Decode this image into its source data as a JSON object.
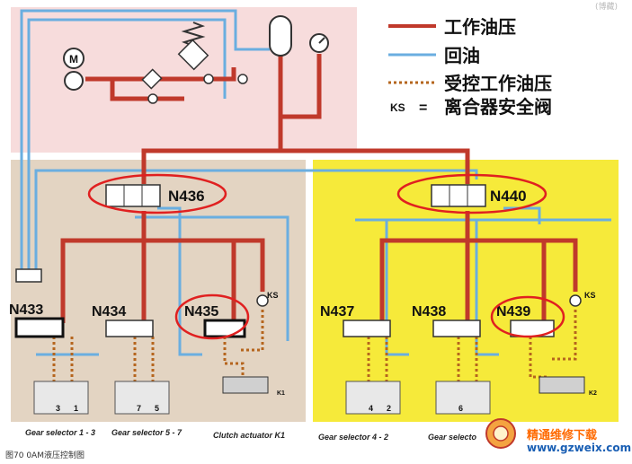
{
  "legend": {
    "working_pressure": "工作油压",
    "return_oil": "回油",
    "controlled_pressure": "受控工作油压",
    "ks_key": "KS",
    "ks_eq": "=",
    "ks_meaning": "离合器安全阀"
  },
  "valves": {
    "n436": "N436",
    "n440": "N440",
    "n433": "N433",
    "n434": "N434",
    "n435": "N435",
    "n437": "N437",
    "n438": "N438",
    "n439": "N439"
  },
  "labels": {
    "ks_left": "KS",
    "ks_right": "KS",
    "k1": "K1",
    "k2": "K2",
    "num3": "3",
    "num1": "1",
    "num7": "7",
    "num5": "5",
    "num4": "4",
    "num2": "2",
    "num6": "6",
    "gear13": "Gear selector 1 - 3",
    "gear57": "Gear selector 5 - 7",
    "clutch_k1": "Clutch actuator K1",
    "gear42": "Gear selector 4 - 2",
    "gear_partial": "Gear selecto",
    "motor": "M"
  },
  "caption": "图70  0AM液压控制图",
  "watermark": "精通维修下载",
  "watermark_url": "www.gzweix.com",
  "top_right": "(博藏)",
  "colors": {
    "pressure": "#c0392b",
    "return": "#6aaee0",
    "pink_bg": "#f7dcdc",
    "beige_bg": "#e3d4c2",
    "yellow_bg": "#f6ea3a",
    "highlight_ring": "#e02020"
  }
}
